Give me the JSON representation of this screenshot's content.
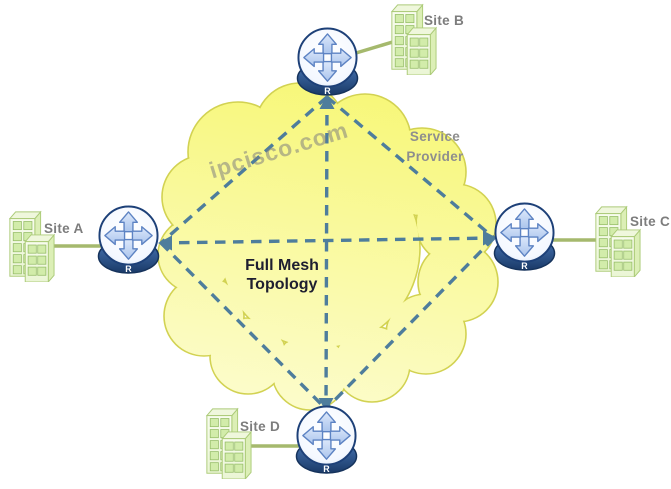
{
  "diagram": {
    "watermark": "ipcisco.com",
    "cloud_label_lines": [
      "Service",
      "Provider"
    ],
    "title_lines": [
      "Full Mesh",
      "Topology"
    ],
    "colors": {
      "cloud_fill_top": "#f7f778",
      "cloud_fill_bottom": "#fcfccd",
      "cloud_outline": "#d2d252",
      "mesh_line": "#4e7d9c",
      "site_link": "#a5b96d",
      "router_rim_blue": "#2c5a9e",
      "building_green": "#d2ecaa",
      "site_label_gray": "#7d7d7d",
      "title_color": "#1e1e30"
    }
  },
  "router": {
    "label": "R"
  },
  "sites": [
    {
      "label": "Site A"
    },
    {
      "label": "Site B"
    },
    {
      "label": "Site C"
    },
    {
      "label": "Site D"
    }
  ]
}
